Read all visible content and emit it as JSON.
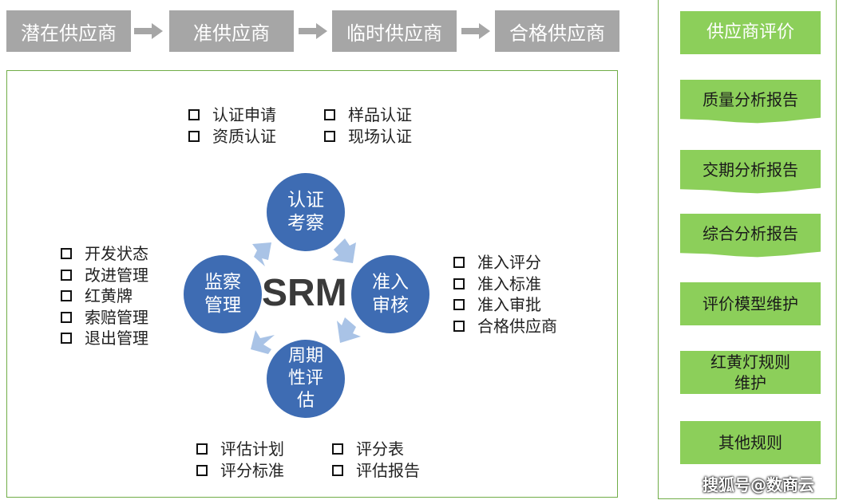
{
  "stages": [
    "潜在供应商",
    "准供应商",
    "临时供应商",
    "合格供应商"
  ],
  "cycle": {
    "center": "SRM",
    "top": "认证\n考察",
    "right": "准入\n审核",
    "bottom": "周期\n性评\n估",
    "left": "监察\n管理"
  },
  "lists": {
    "top_left": [
      "认证申请",
      "资质认证"
    ],
    "top_right": [
      "样品认证",
      "现场认证"
    ],
    "left": [
      "开发状态",
      "改进管理",
      "红黄牌",
      "索赔管理",
      "退出管理"
    ],
    "right": [
      "准入评分",
      "准入标准",
      "准入审批",
      "合格供应商"
    ],
    "bottom_left": [
      "评估计划",
      "评分标准"
    ],
    "bottom_right": [
      "评分表",
      "评估报告"
    ]
  },
  "sidebar": [
    "供应商评价",
    "质量分析报告",
    "交期分析报告",
    "综合分析报告",
    "评价模型维护",
    "红黄灯规则\n维护",
    "其他规则"
  ],
  "watermark": "搜狐号@数商云",
  "colors": {
    "stage_gray": "#a6a6a6",
    "circle_blue": "#3e6cb3",
    "arrow_blue": "#a9c3e6",
    "green": "#8ccf5a",
    "border_green": "#70ad47"
  }
}
